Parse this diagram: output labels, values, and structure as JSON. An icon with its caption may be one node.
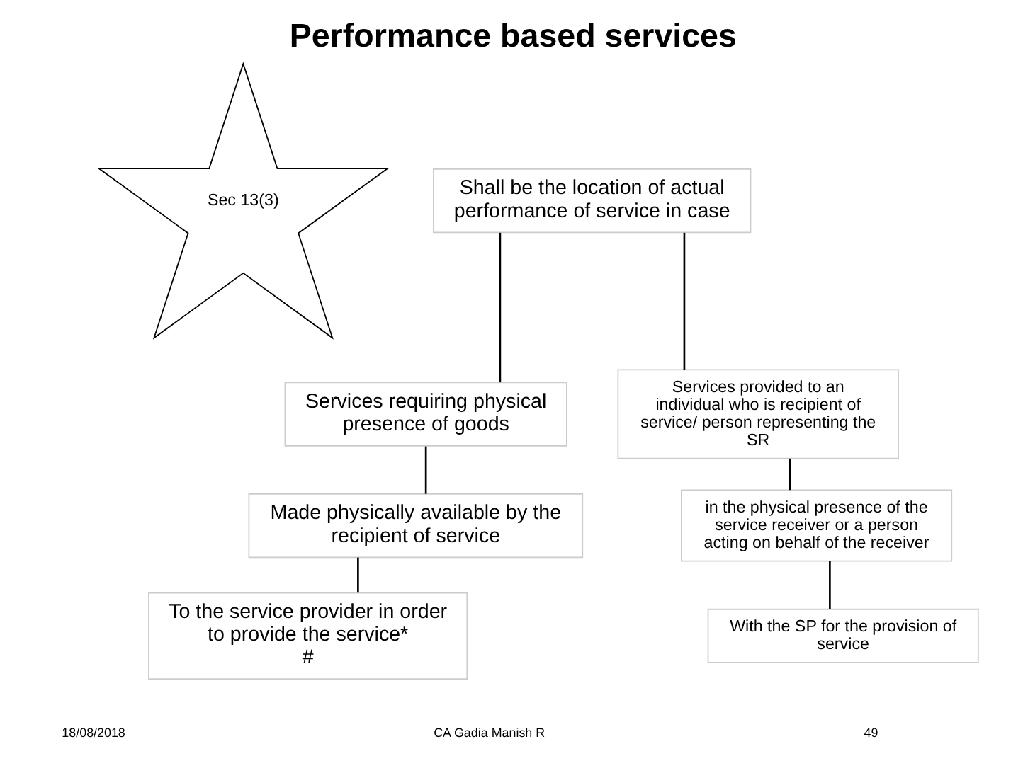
{
  "diagram": {
    "title": "Performance based services",
    "nodes": [
      {
        "text": [
          "Sec 13(3)"
        ]
      },
      {
        "text": [
          "Shall be the location of actual performance of service in case"
        ]
      },
      {
        "text": [
          "Services requiring physical presence of goods"
        ]
      },
      {
        "text": [
          "Services provided to an individual who is recipient of service/ person representing the SR"
        ]
      },
      {
        "text": [
          "Made physically available by the recipient of service"
        ]
      },
      {
        "text": [
          "To the service provider in order to provide the service*",
          "#"
        ]
      },
      {
        "text": [
          "in the physical presence of the service receiver or a person acting on behalf of the receiver"
        ]
      },
      {
        "text": [
          "With the SP for the provision of service"
        ]
      }
    ],
    "edges": [
      {
        "from": 1,
        "to": 2,
        "arrow": "none"
      },
      {
        "from": 1,
        "to": 3,
        "arrow": "none"
      },
      {
        "from": 2,
        "to": 4,
        "arrow": "none"
      },
      {
        "from": 3,
        "to": 6,
        "arrow": "none"
      },
      {
        "from": 4,
        "to": 5,
        "arrow": "none"
      },
      {
        "from": 6,
        "to": 7,
        "arrow": "none"
      }
    ],
    "labels": [
      "18/08/2018",
      "CA Gadia Manish R",
      "49"
    ]
  }
}
